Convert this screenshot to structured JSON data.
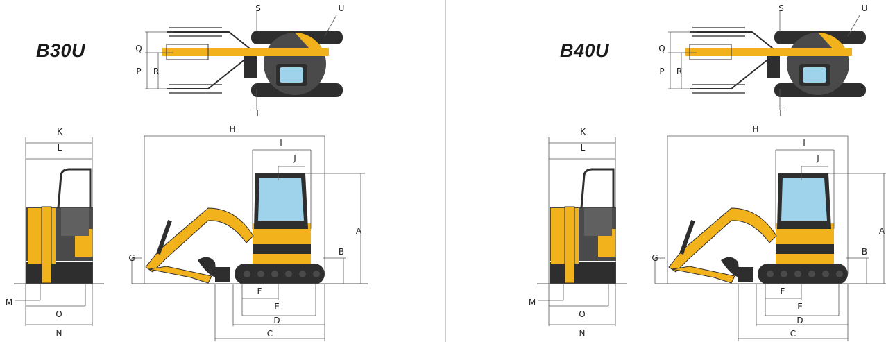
{
  "models": [
    {
      "name": "B30U",
      "dimension_letters": {
        "A": "A",
        "B": "B",
        "C": "C",
        "D": "D",
        "E": "E",
        "F": "F",
        "G": "G",
        "H": "H",
        "I": "I",
        "J": "J",
        "K": "K",
        "L": "L",
        "M": "M",
        "N": "N",
        "O": "O",
        "P": "P",
        "Q": "Q",
        "R": "R",
        "S": "S",
        "T": "T",
        "U": "U"
      }
    },
    {
      "name": "B40U",
      "dimension_letters": {
        "A": "A",
        "B": "B",
        "C": "C",
        "D": "D",
        "E": "E",
        "F": "F",
        "G": "G",
        "H": "H",
        "I": "I",
        "J": "J",
        "K": "K",
        "L": "L",
        "M": "M",
        "N": "N",
        "O": "O",
        "P": "P",
        "Q": "Q",
        "R": "R",
        "S": "S",
        "T": "T",
        "U": "U"
      }
    }
  ],
  "colors": {
    "machine_yellow": "#f2b21c",
    "machine_dark": "#2e2e2e",
    "machine_mid": "#4a4a4a",
    "glass": "#9fd3ec",
    "line": "#555555",
    "divider": "#9a9a9a"
  }
}
